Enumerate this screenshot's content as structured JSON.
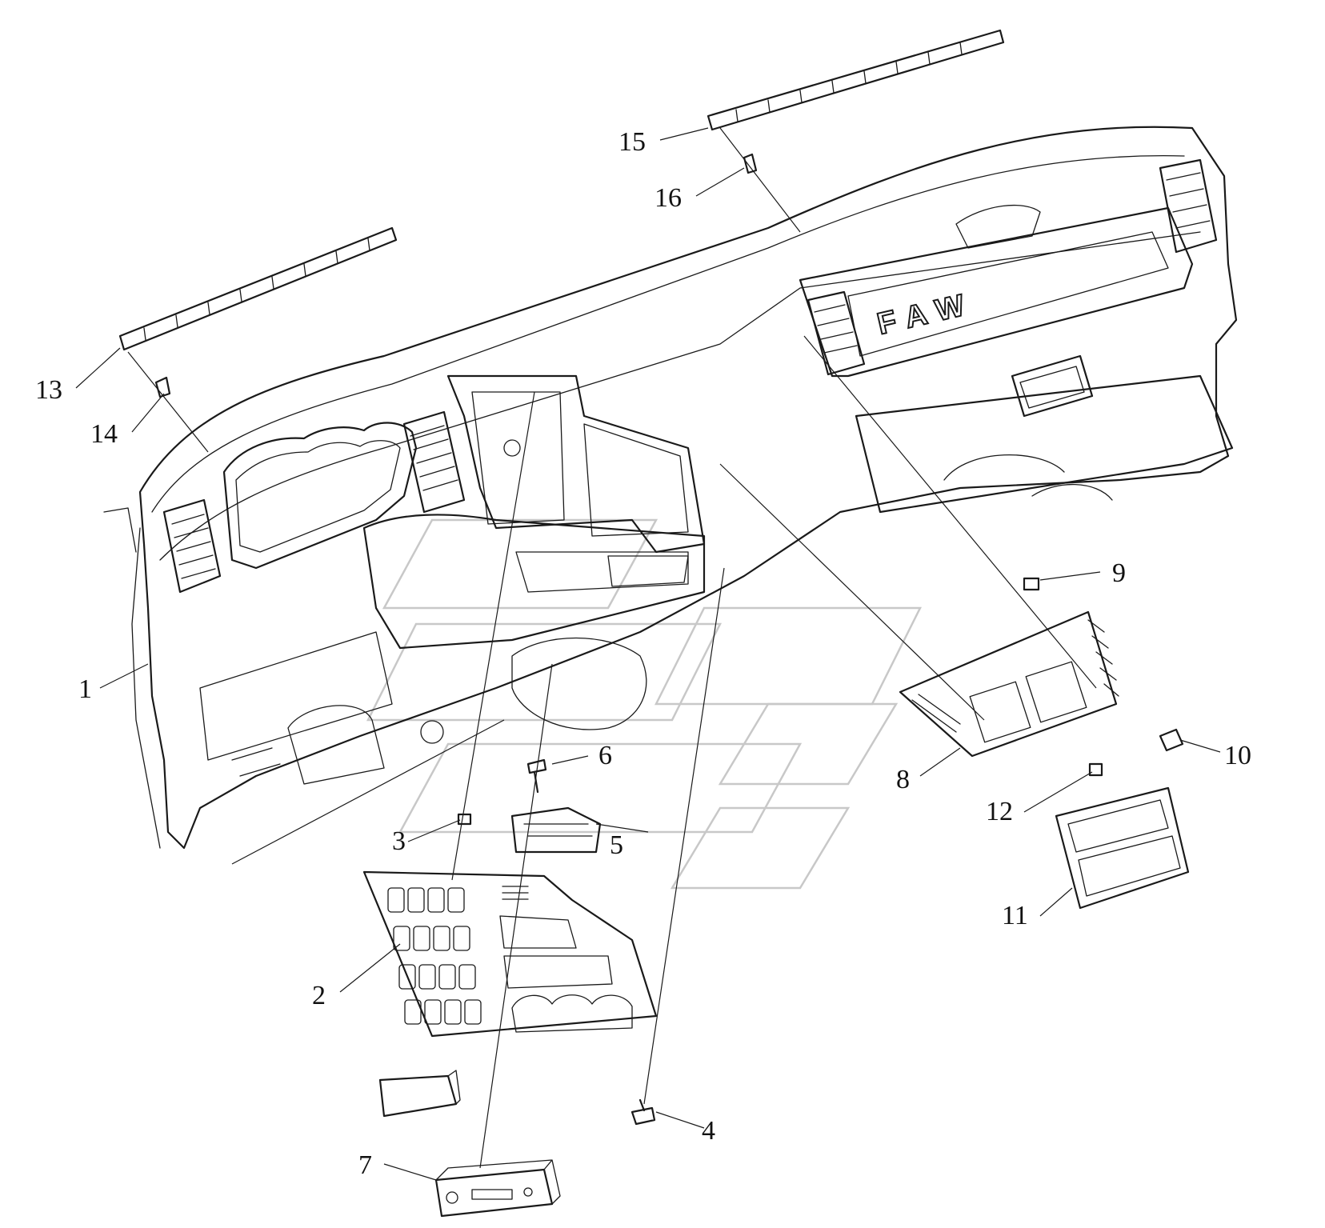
{
  "diagram": {
    "logo": "FAW",
    "callouts": [
      {
        "id": "1",
        "label": "1"
      },
      {
        "id": "2",
        "label": "2"
      },
      {
        "id": "3",
        "label": "3"
      },
      {
        "id": "4",
        "label": "4"
      },
      {
        "id": "5",
        "label": "5"
      },
      {
        "id": "6",
        "label": "6"
      },
      {
        "id": "7",
        "label": "7"
      },
      {
        "id": "8",
        "label": "8"
      },
      {
        "id": "9",
        "label": "9"
      },
      {
        "id": "10",
        "label": "10"
      },
      {
        "id": "11",
        "label": "11"
      },
      {
        "id": "12",
        "label": "12"
      },
      {
        "id": "13",
        "label": "13"
      },
      {
        "id": "14",
        "label": "14"
      },
      {
        "id": "15",
        "label": "15"
      },
      {
        "id": "16",
        "label": "16"
      }
    ]
  }
}
